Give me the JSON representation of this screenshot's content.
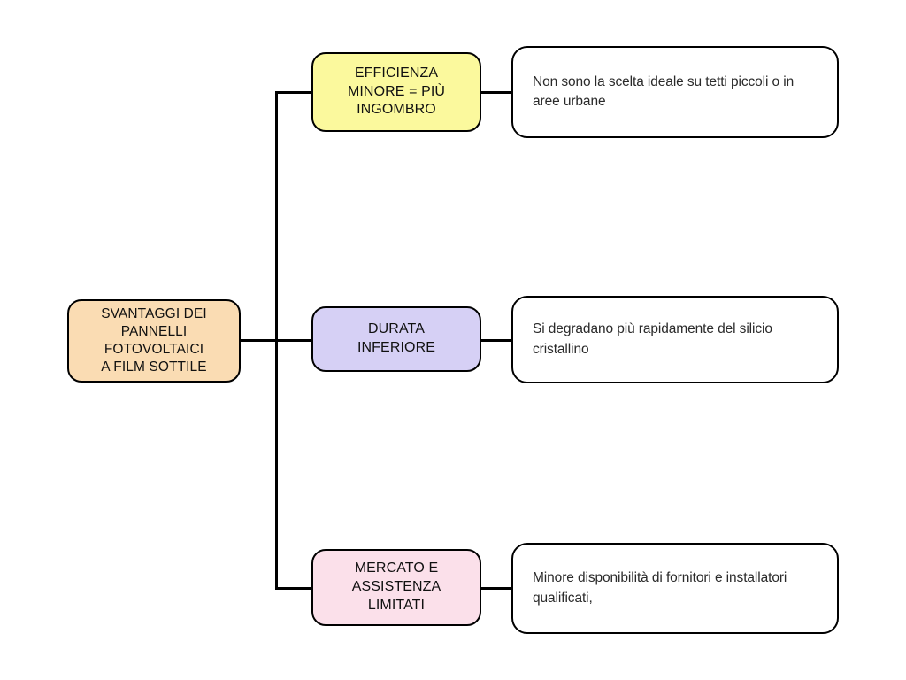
{
  "diagram": {
    "type": "tree-mindmap",
    "background_color": "#ffffff",
    "line_color": "#000000",
    "root": {
      "label": "SVANTAGGI DEI\nPANNELLI\nFOTOVOLTAICI\nA FILM SOTTILE",
      "fill_color": "#fadcb3"
    },
    "branches": [
      {
        "category": {
          "label": "EFFICIENZA\nMINORE = PIÙ\nINGOMBRO",
          "fill_color": "#fbf99d"
        },
        "description": {
          "label": "Non sono la scelta ideale su tetti piccoli o in aree urbane",
          "fill_color": "#ffffff"
        }
      },
      {
        "category": {
          "label": "DURATA\nINFERIORE",
          "fill_color": "#d6d0f5"
        },
        "description": {
          "label": "Si degradano più rapidamente del silicio cristallino",
          "fill_color": "#ffffff"
        }
      },
      {
        "category": {
          "label": "MERCATO E\nASSISTENZA\nLIMITATI",
          "fill_color": "#fbe0ea"
        },
        "description": {
          "label": "Minore disponibilità di fornitori e installatori qualificati,",
          "fill_color": "#ffffff"
        }
      }
    ]
  }
}
